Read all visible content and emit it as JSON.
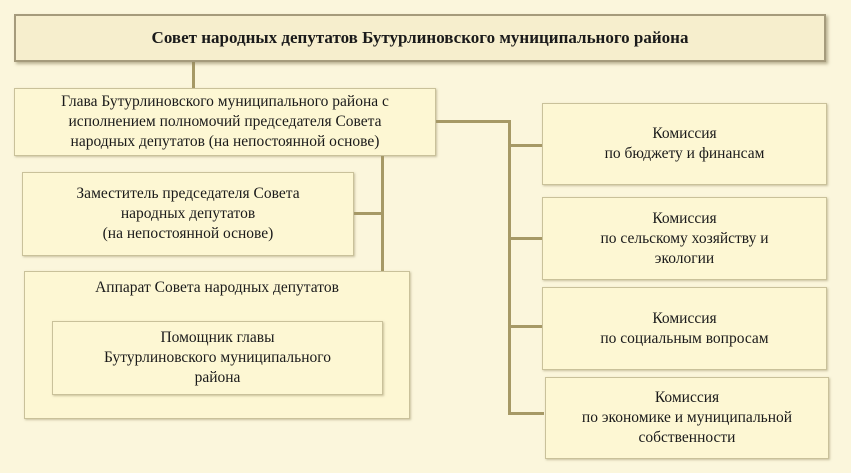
{
  "title": "Совет народных депутатов Бутурлиновского муниципального района",
  "head": "Глава Бутурлиновского муниципального района с\nисполнением полномочий председателя Совета\nнародных депутатов (на непостоянной основе)",
  "deputy": "Заместитель председателя Совета\nнародных депутатов\n(на непостоянной основе)",
  "apparatus": {
    "label": "Аппарат Совета народных депутатов",
    "assistant": "Помощник главы\nБутурлиновского муниципального\nрайона"
  },
  "commissions": [
    "Комиссия\nпо бюджету и финансам",
    "Комиссия\nпо сельскому хозяйству и\nэкологии",
    "Комиссия\nпо социальным вопросам",
    "Комиссия\nпо экономике и муниципальной\nсобственности"
  ]
}
